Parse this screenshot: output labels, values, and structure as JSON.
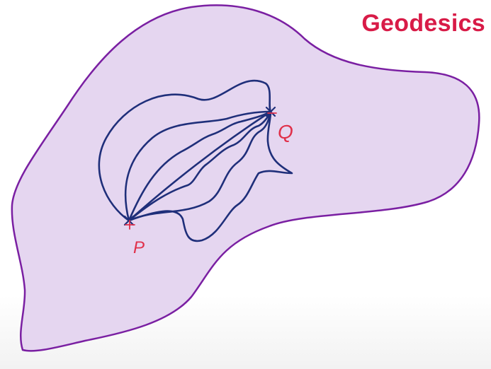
{
  "title": "Geodesics",
  "labels": {
    "point_p": "P",
    "point_q": "Q"
  },
  "colors": {
    "title": "#d81b47",
    "region_fill": "#e5d6f0",
    "region_stroke": "#7a1fa2",
    "paths": "#1f2f7a",
    "point_labels": "#e0304a"
  }
}
